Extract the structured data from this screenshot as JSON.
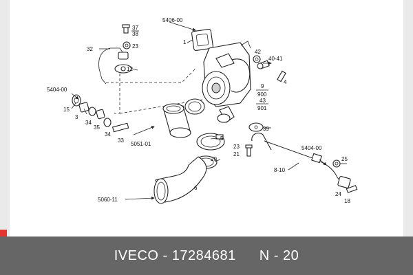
{
  "colors": {
    "background": "#eaeaea",
    "paper": "#ffffff",
    "bar": "#666666",
    "accent": "#e3342f",
    "ink": "#111111"
  },
  "caption": {
    "brand": "IVECO",
    "separator": " - ",
    "part_number": "17284681",
    "page_ref": "N - 20"
  },
  "callouts": {
    "c5406_00": "5406-00",
    "c1": "1",
    "c37": "37",
    "c38": "38",
    "c32": "32",
    "c23a": "23",
    "c12": "12",
    "c42": "42",
    "c40_41": "40-41",
    "c4": "4",
    "c5404_00a": "5404-00",
    "c15": "15",
    "c3": "3",
    "c34a": "34",
    "c35": "35",
    "c34b": "34",
    "c33": "33",
    "c9": "9",
    "c900": "900",
    "c43": "43",
    "c901": "901",
    "c39": "39",
    "c5": "5",
    "c5051_01": "5051-01",
    "c23b": "23",
    "c21": "21",
    "c20": "20",
    "c5404_00b": "5404-00",
    "c25": "25",
    "c8_10": "8-10",
    "c6": "6",
    "c24": "24",
    "c18": "18",
    "c5060_11": "5060-11"
  }
}
